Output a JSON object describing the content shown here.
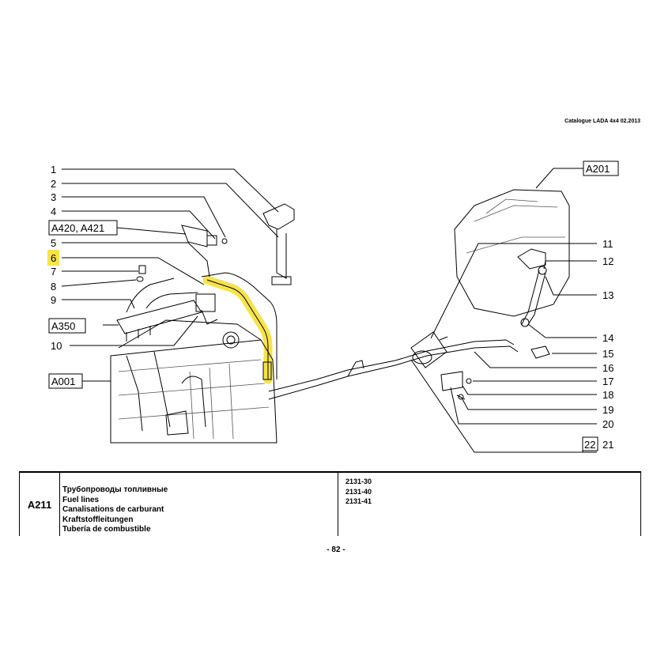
{
  "header": {
    "catalogue": "Catalogue LADA 4x4  02.2013"
  },
  "callouts_left": [
    "1",
    "2",
    "3",
    "4",
    "5",
    "6",
    "7",
    "8",
    "9",
    "10"
  ],
  "callouts_right": [
    "11",
    "12",
    "13",
    "14",
    "15",
    "16",
    "17",
    "18",
    "19",
    "20",
    "21",
    "22"
  ],
  "reference_boxes": [
    "A201",
    "A420, A421",
    "A350",
    "A001"
  ],
  "table": {
    "group_code": "A211",
    "titles": [
      "Трубопроводы топливные",
      "Fuel lines",
      "Canalisations de carburant",
      "Kraftstoffleitungen",
      "Tubería de combustible"
    ],
    "models": [
      "2131-30",
      "2131-40",
      "2131-41"
    ]
  },
  "page_number": "- 82 -",
  "colors": {
    "highlight": "#f7e34a"
  }
}
